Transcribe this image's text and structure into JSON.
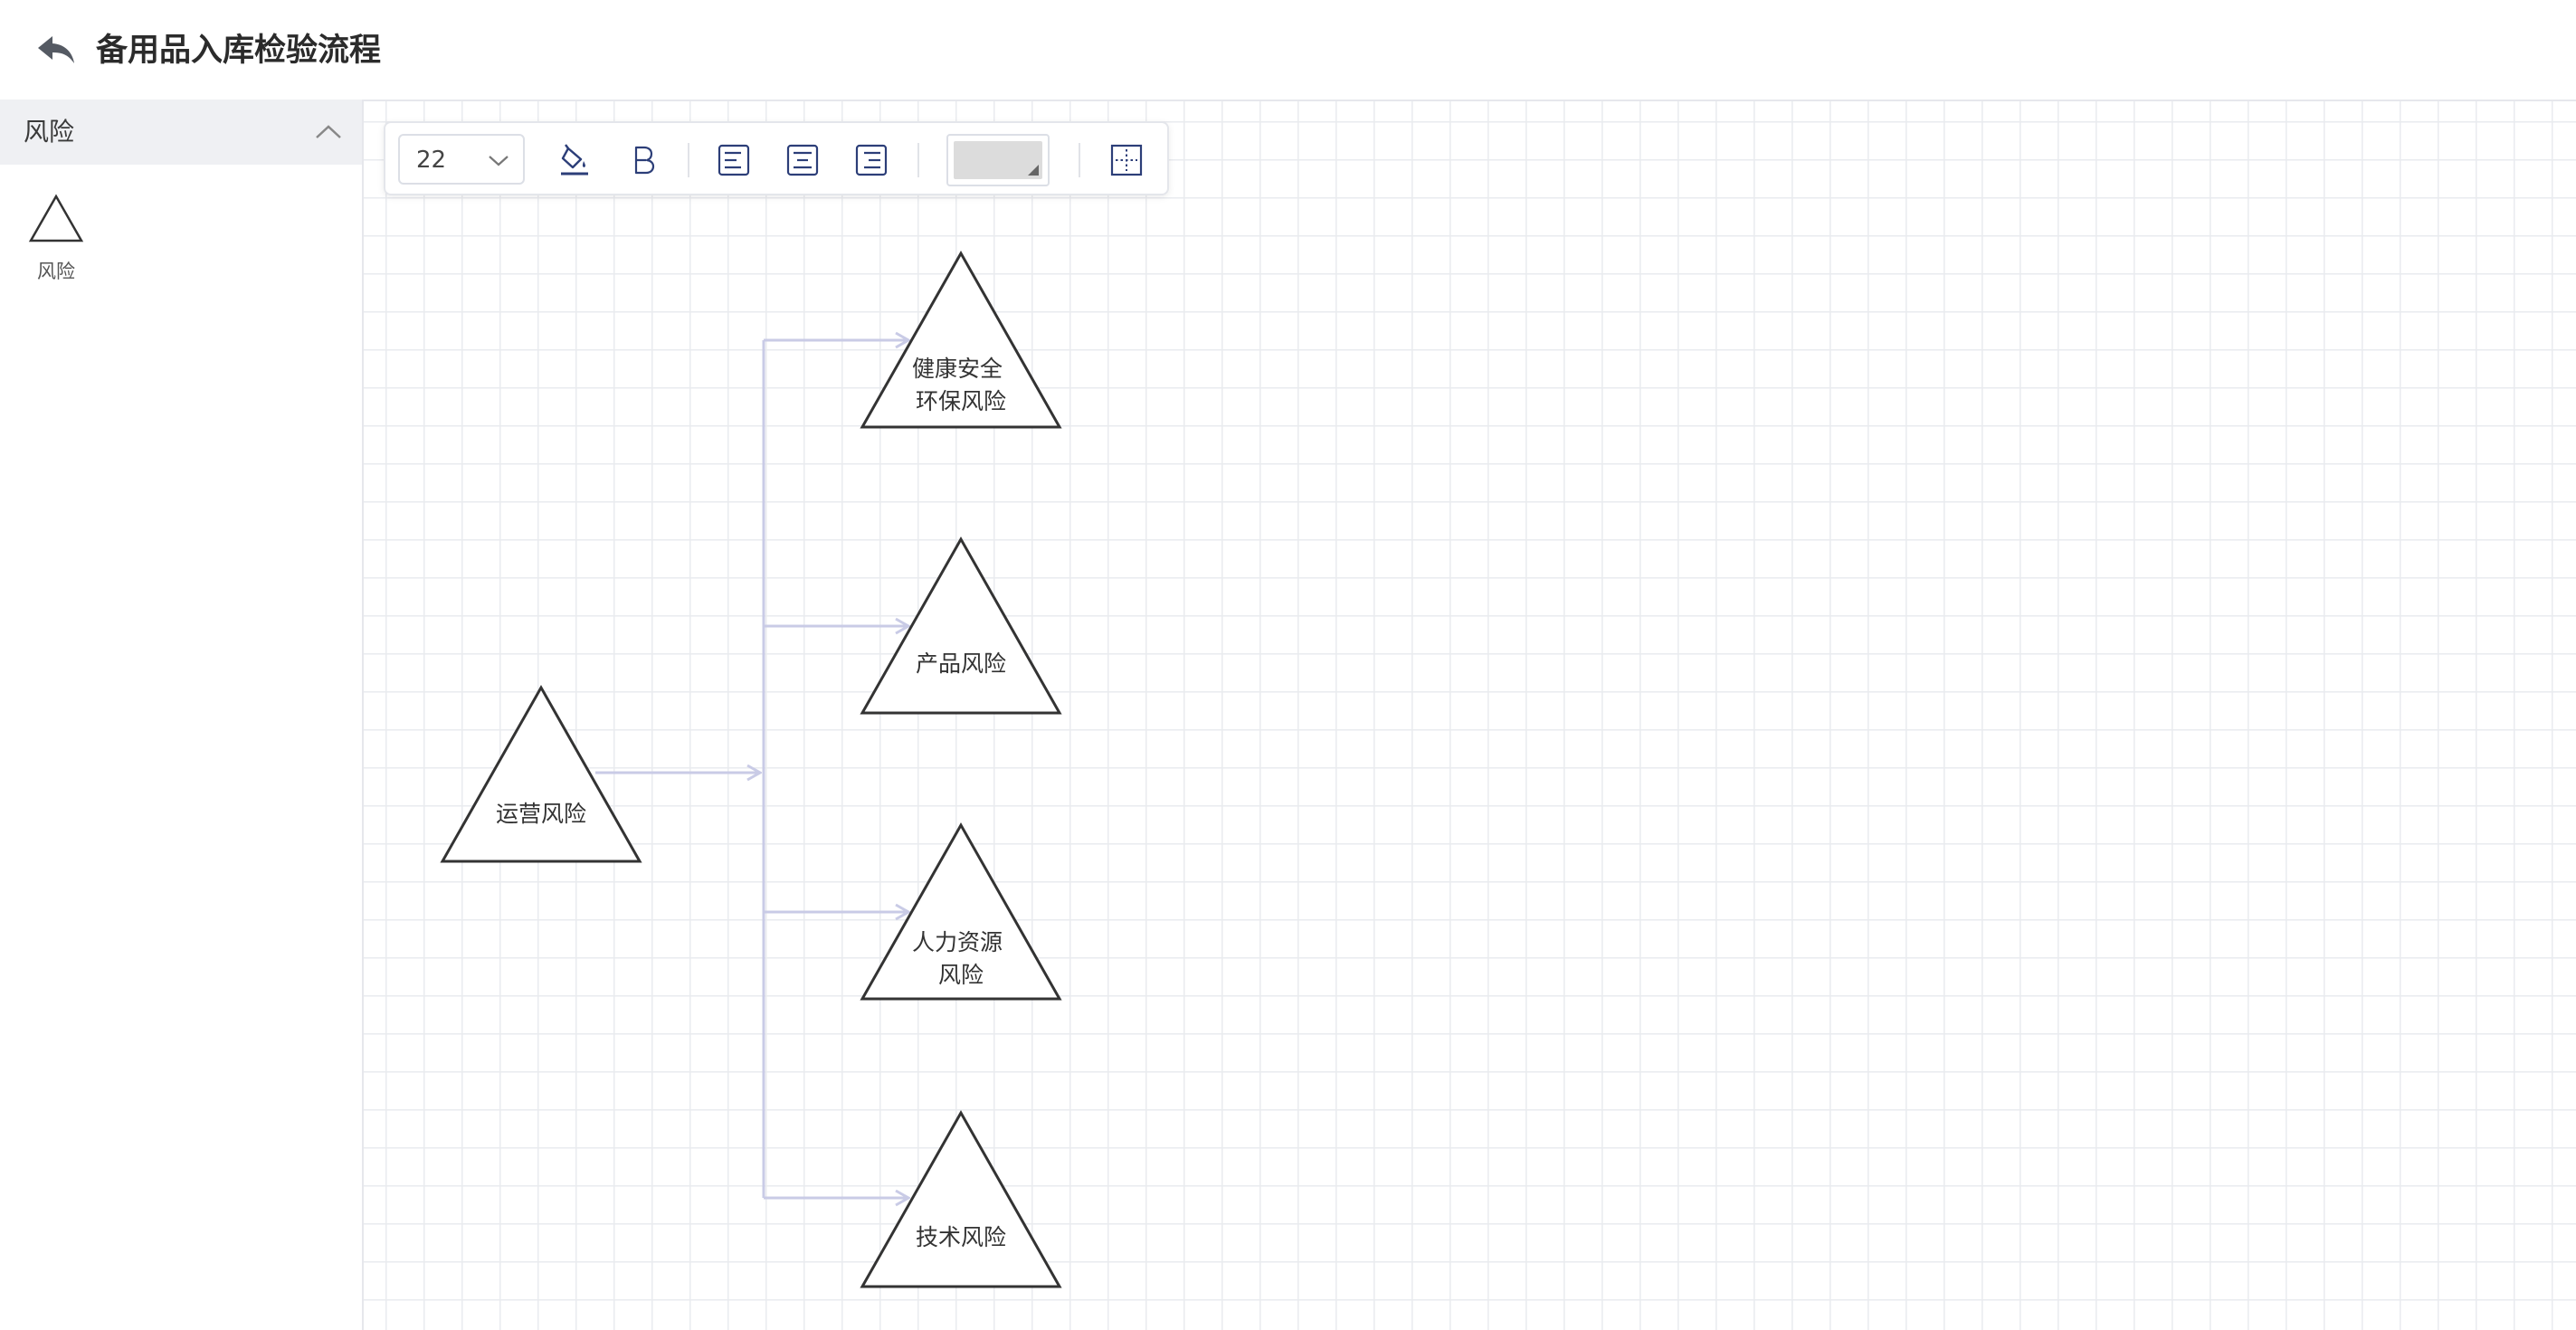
{
  "header": {
    "title": "备用品入库检验流程"
  },
  "sidebar": {
    "section_label": "风险",
    "shapes": [
      {
        "label": "风险",
        "icon": "triangle-icon"
      }
    ]
  },
  "toolbar": {
    "font_size": "22",
    "fill_color": "#dcdcdc"
  },
  "colors": {
    "accent": "#c9cbe6",
    "node_stroke": "#333333",
    "grid": "#e9ebef"
  },
  "diagram": {
    "root": {
      "lines": [
        "运营风险"
      ]
    },
    "children": [
      {
        "lines": [
          "健康安全",
          "环保风险"
        ]
      },
      {
        "lines": [
          "产品风险"
        ]
      },
      {
        "lines": [
          "人力资源",
          "风险"
        ]
      },
      {
        "lines": [
          "技术风险"
        ]
      }
    ]
  }
}
